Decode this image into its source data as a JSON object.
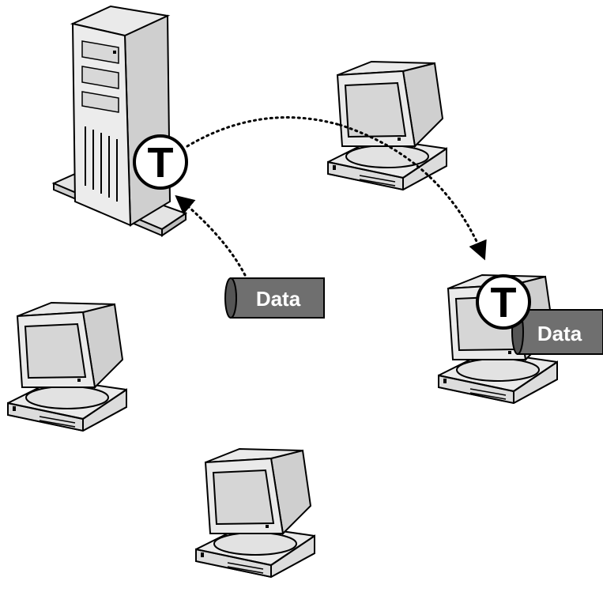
{
  "token": {
    "letter": "T"
  },
  "packets": {
    "in_transit": {
      "label": "Data"
    },
    "delivered": {
      "label": "Data"
    }
  },
  "colors": {
    "outline": "#000000",
    "device_fill": "#eaeaea",
    "device_side": "#cfcfcf",
    "screen_fill": "#d6d6d6",
    "packet_fill": "#6f6f6f",
    "packet_text": "#ffffff",
    "token_fill": "#ffffff"
  }
}
